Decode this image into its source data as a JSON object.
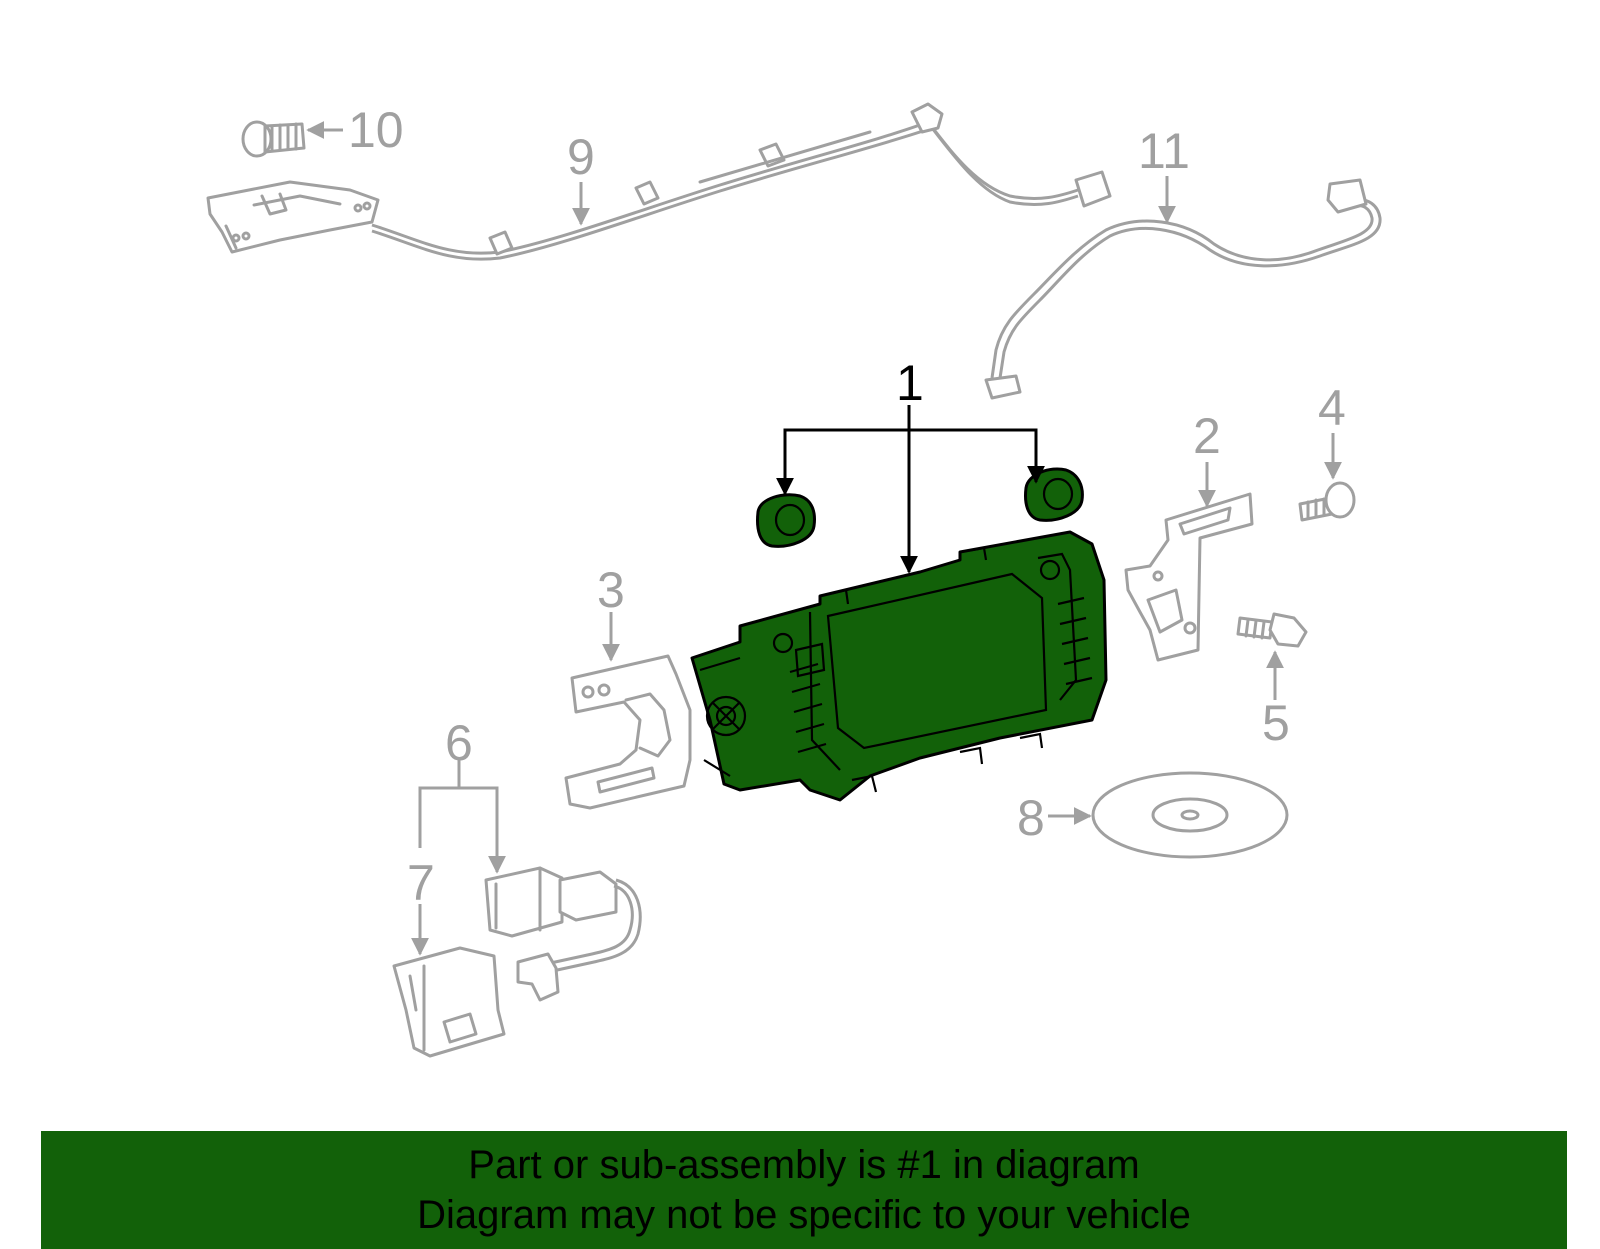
{
  "callouts": {
    "c1": "1",
    "c2": "2",
    "c3": "3",
    "c4": "4",
    "c5": "5",
    "c6": "6",
    "c7": "7",
    "c8": "8",
    "c9": "9",
    "c10": "10",
    "c11": "11"
  },
  "banner": {
    "line1": "Part or sub-assembly is #1 in diagram",
    "line2": "Diagram may not be specific to your vehicle"
  },
  "colors": {
    "highlight": "#126109",
    "part_outline": "#a0a0a0",
    "banner_bg": "#126109"
  }
}
